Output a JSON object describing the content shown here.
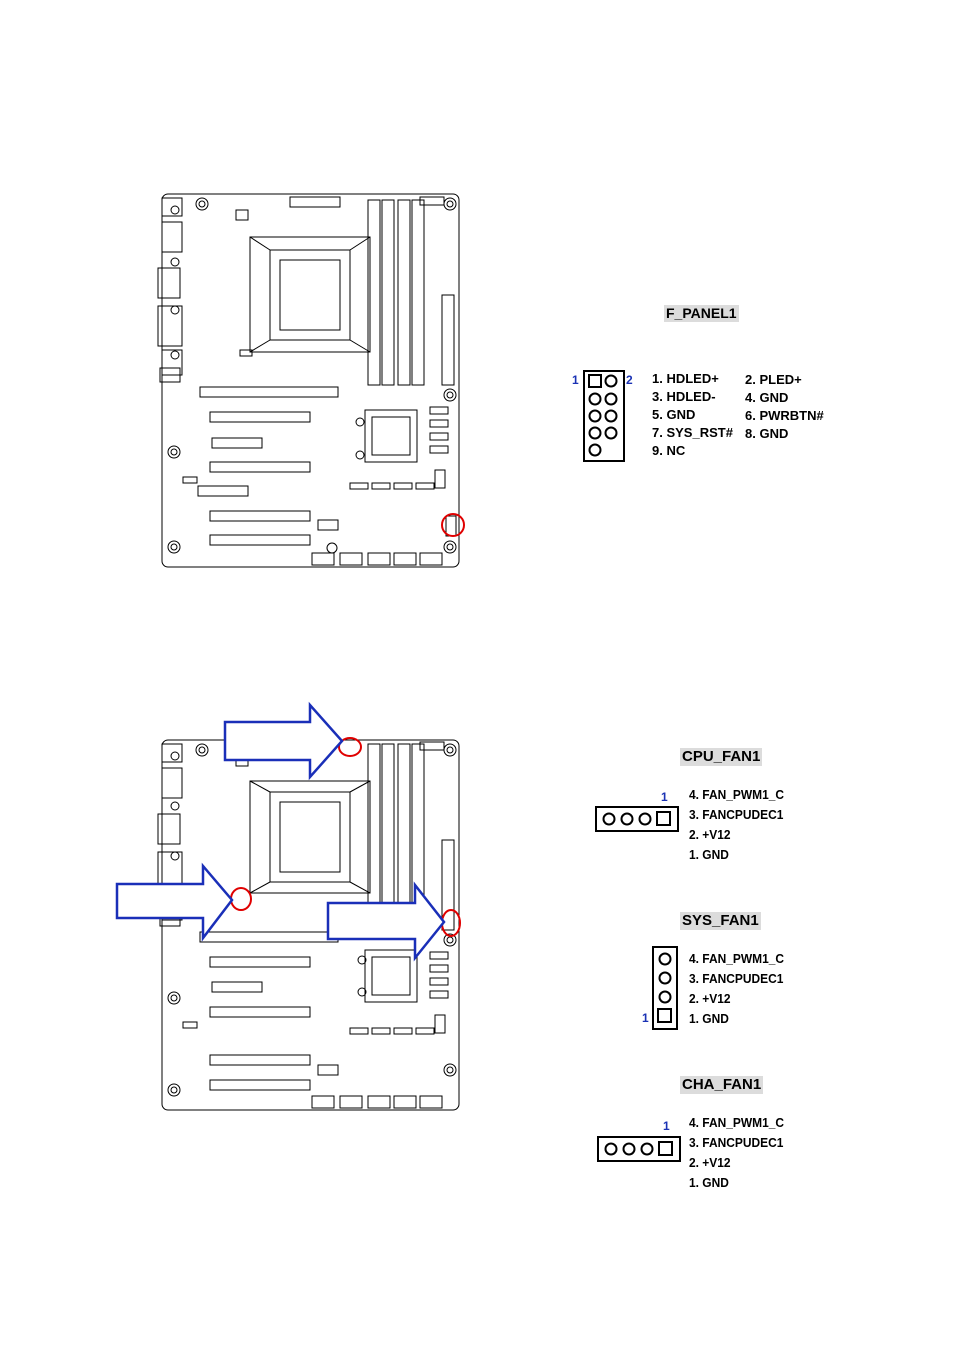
{
  "f_panel": {
    "title": "F_PANEL1",
    "pin_left_marker": "1",
    "pin_right_marker": "2",
    "odd_pins": [
      "1. HDLED+",
      "3. HDLED-",
      "5. GND",
      "7. SYS_RST#",
      "9. NC"
    ],
    "even_pins": [
      "2. PLED+",
      "4. GND",
      "6. PWRBTN#",
      "8. GND"
    ]
  },
  "cpu_fan": {
    "title": "CPU_FAN1",
    "pin_marker": "1",
    "pins": [
      "4. FAN_PWM1_C",
      "3. FANCPUDEC1",
      "2. +V12",
      "1. GND"
    ]
  },
  "sys_fan": {
    "title": "SYS_FAN1",
    "pin_marker": "1",
    "pins": [
      "4. FAN_PWM1_C",
      "3. FANCPUDEC1",
      "2. +V12",
      "1. GND"
    ]
  },
  "cha_fan": {
    "title": "CHA_FAN1",
    "pin_marker": "1",
    "pins": [
      "4. FAN_PWM1_C",
      "3. FANCPUDEC1",
      "2. +V12",
      "1. GND"
    ]
  },
  "colors": {
    "highlight": "#e00000",
    "arrow": "#1a2fb8",
    "pin_marker": "#1a32b4"
  }
}
